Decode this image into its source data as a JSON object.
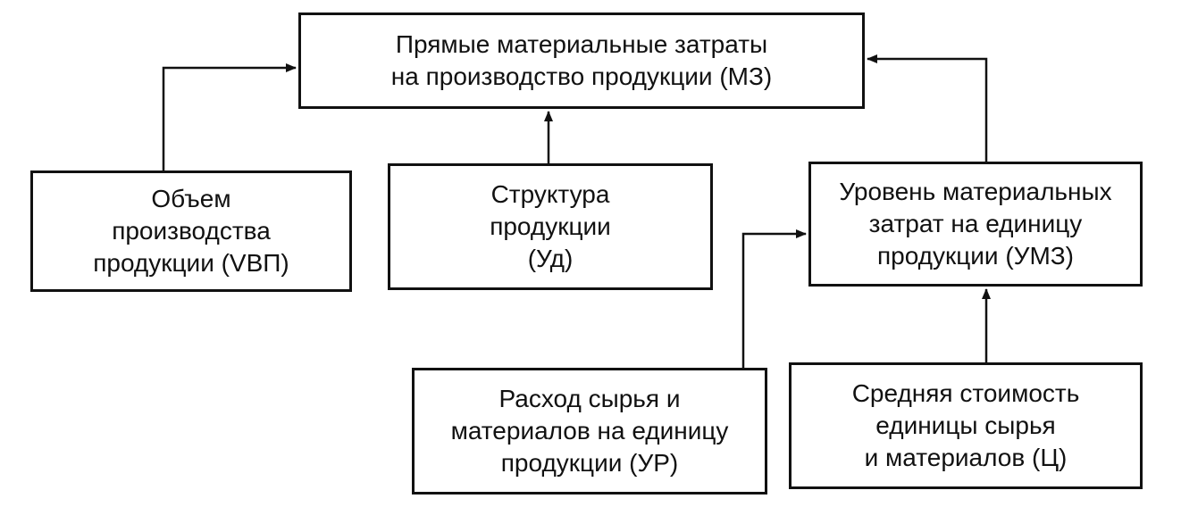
{
  "nodes": {
    "mz": {
      "lines": [
        "Прямые материальные затраты",
        "на производство продукции (МЗ)"
      ]
    },
    "vvp": {
      "lines": [
        "Объем",
        "производства",
        "продукции (VВП)"
      ]
    },
    "ud": {
      "lines": [
        "Структура",
        "продукции",
        "(Уд)"
      ]
    },
    "umz": {
      "lines": [
        "Уровень материальных",
        "затрат на единицу",
        "продукции (УМЗ)"
      ]
    },
    "ur": {
      "lines": [
        "Расход сырья и",
        "материалов на единицу",
        "продукции (УР)"
      ]
    },
    "c": {
      "lines": [
        "Средняя стоимость",
        "единицы сырья",
        "и материалов (Ц)"
      ]
    }
  },
  "edges": [
    {
      "from": "vvp",
      "to": "mz"
    },
    {
      "from": "ud",
      "to": "mz"
    },
    {
      "from": "umz",
      "to": "mz"
    },
    {
      "from": "ur",
      "to": "umz"
    },
    {
      "from": "c",
      "to": "umz"
    }
  ]
}
